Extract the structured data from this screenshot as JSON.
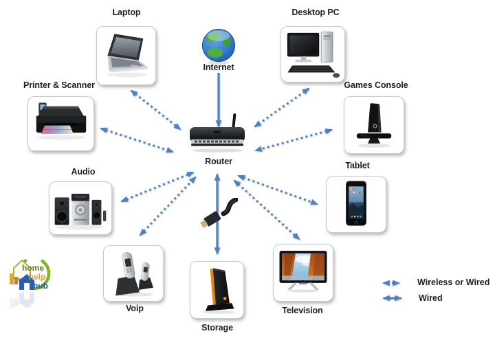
{
  "diagram": {
    "type": "home-network-topology",
    "center_node": "Router",
    "nodes": {
      "laptop": {
        "label": "Laptop"
      },
      "internet": {
        "label": "Internet"
      },
      "desktop_pc": {
        "label": "Desktop PC"
      },
      "printer_scanner": {
        "label": "Printer & Scanner"
      },
      "games_console": {
        "label": "Games Console"
      },
      "router": {
        "label": "Router"
      },
      "audio": {
        "label": "Audio"
      },
      "tablet": {
        "label": "Tablet"
      },
      "voip": {
        "label": "Voip"
      },
      "storage": {
        "label": "Storage"
      },
      "television": {
        "label": "Television"
      }
    },
    "connections": [
      {
        "from": "Internet",
        "to": "Router",
        "type": "Wired",
        "arrows": "one-way"
      },
      {
        "from": "Laptop",
        "to": "Router",
        "type": "Wireless or Wired",
        "arrows": "two-way"
      },
      {
        "from": "Desktop PC",
        "to": "Router",
        "type": "Wireless or Wired",
        "arrows": "two-way"
      },
      {
        "from": "Printer & Scanner",
        "to": "Router",
        "type": "Wireless or Wired",
        "arrows": "two-way"
      },
      {
        "from": "Games Console",
        "to": "Router",
        "type": "Wireless or Wired",
        "arrows": "two-way"
      },
      {
        "from": "Audio",
        "to": "Router",
        "type": "Wireless or Wired",
        "arrows": "two-way"
      },
      {
        "from": "Tablet",
        "to": "Router",
        "type": "Wireless or Wired",
        "arrows": "two-way"
      },
      {
        "from": "Voip",
        "to": "Router",
        "type": "Wireless or Wired",
        "arrows": "two-way"
      },
      {
        "from": "Television",
        "to": "Router",
        "type": "Wireless or Wired",
        "arrows": "two-way"
      },
      {
        "from": "Storage",
        "to": "Router",
        "type": "Wired",
        "arrows": "two-way"
      }
    ],
    "legend": {
      "items": [
        {
          "style": "dotted",
          "label": "Wireless or Wired"
        },
        {
          "style": "solid",
          "label": "Wired"
        }
      ]
    },
    "logo": {
      "words": [
        "home",
        "help",
        "hub"
      ]
    },
    "colors": {
      "arrow": "#4f81bd",
      "label_text": "#1f1f1f"
    }
  }
}
